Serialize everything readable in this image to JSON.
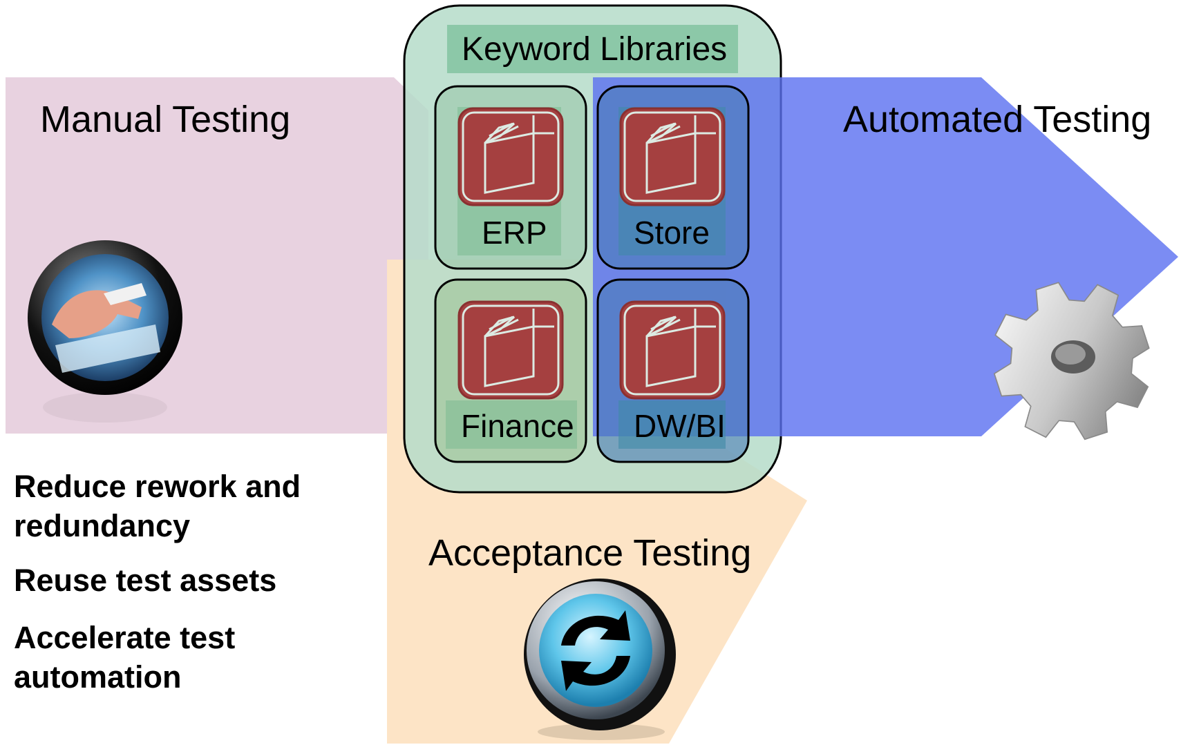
{
  "lanes": {
    "manual": {
      "title": "Manual Testing",
      "color": "#e8d2e0",
      "icon": "hand-on-keyboard-icon"
    },
    "automated": {
      "title": "Automated Testing",
      "color": "#7788f5",
      "icon": "gear-icon"
    },
    "acceptance": {
      "title": "Acceptance Testing",
      "color": "#fde4c6",
      "icon": "refresh-arrows-icon"
    }
  },
  "keyword_libraries": {
    "title": "Keyword Libraries",
    "container_color": "#b5dcc9",
    "book_color": "#a54040",
    "libraries": [
      {
        "label": "ERP",
        "icon": "book-icon"
      },
      {
        "label": "Store",
        "icon": "book-icon"
      },
      {
        "label": "Finance",
        "icon": "book-icon"
      },
      {
        "label": "DW/BI",
        "icon": "book-icon"
      }
    ]
  },
  "benefits": [
    "Reduce rework and redundancy",
    "Reuse test assets",
    "Accelerate test automation"
  ]
}
